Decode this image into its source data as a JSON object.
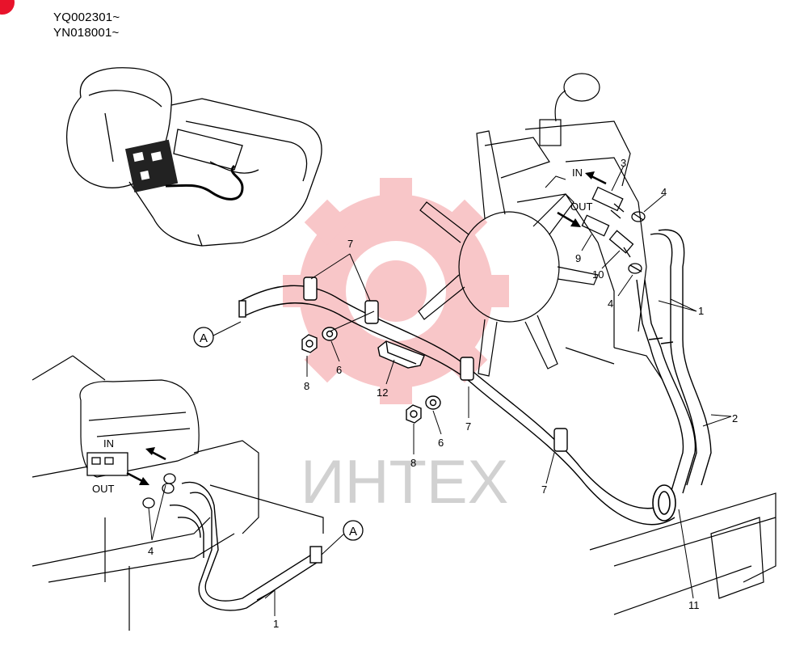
{
  "header": {
    "serial_1": "YQ002301~",
    "serial_2": "YN018001~"
  },
  "watermark": {
    "text": "ИНТЕХ",
    "color": "#e8353e"
  },
  "labels": {
    "in_main": "IN",
    "out_main": "OUT",
    "in_detail": "IN",
    "out_detail": "OUT",
    "ref_a": "A"
  },
  "callouts": {
    "p1": "1",
    "p1b": "1",
    "p2": "2",
    "p3": "3",
    "p4a": "4",
    "p4b": "4",
    "p4c": "4",
    "p6a": "6",
    "p6b": "6",
    "p7a": "7",
    "p7b": "7",
    "p7c": "7",
    "p8a": "8",
    "p8b": "8",
    "p9": "9",
    "p10": "10",
    "p11": "11",
    "p12": "12"
  },
  "colors": {
    "line": "#000000",
    "badge": "#e8132b"
  }
}
